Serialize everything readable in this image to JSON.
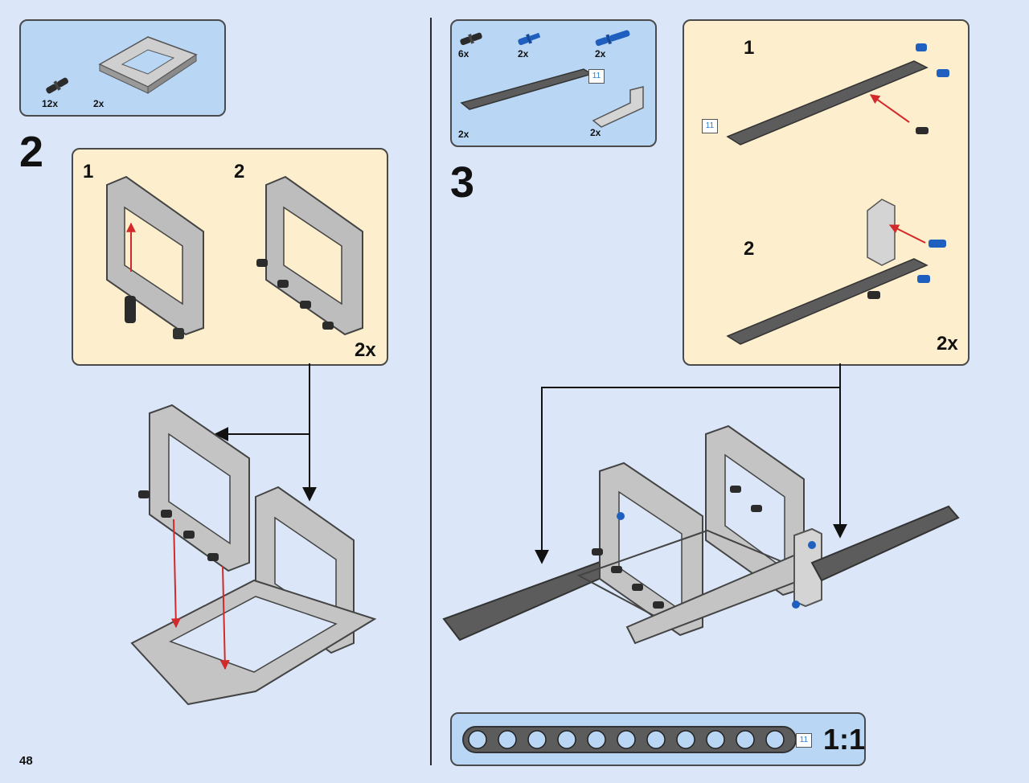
{
  "page_number": "48",
  "step2": {
    "number": "2",
    "parts": [
      {
        "qty": "12x",
        "icon": "black-friction-pin"
      },
      {
        "qty": "2x",
        "icon": "gray-5x7-open-frame"
      }
    ],
    "sub1": "1",
    "sub2": "2",
    "multiplier": "2x"
  },
  "step3": {
    "number": "3",
    "parts": [
      {
        "qty": "6x",
        "icon": "black-friction-pin"
      },
      {
        "qty": "2x",
        "icon": "blue-axle-pin"
      },
      {
        "qty": "2x",
        "icon": "blue-long-pin"
      },
      {
        "qty": "2x",
        "icon": "dark-gray-11-beam",
        "tag": "11"
      },
      {
        "qty": "2x",
        "icon": "gray-l-beam"
      }
    ],
    "sub1": "1",
    "sub1_tag": "11",
    "sub2": "2",
    "multiplier": "2x"
  },
  "scale": {
    "tag": "11",
    "label": "1:1"
  },
  "colors": {
    "page_bg": "#dbe7f8",
    "parts_bg": "#b9d6f4",
    "sub_bg": "#fdefcd",
    "arrow_red": "#d22a2a",
    "part_gray": "#a8a8a8",
    "part_dark": "#5c5c5c",
    "part_blue": "#1f5fbf"
  }
}
